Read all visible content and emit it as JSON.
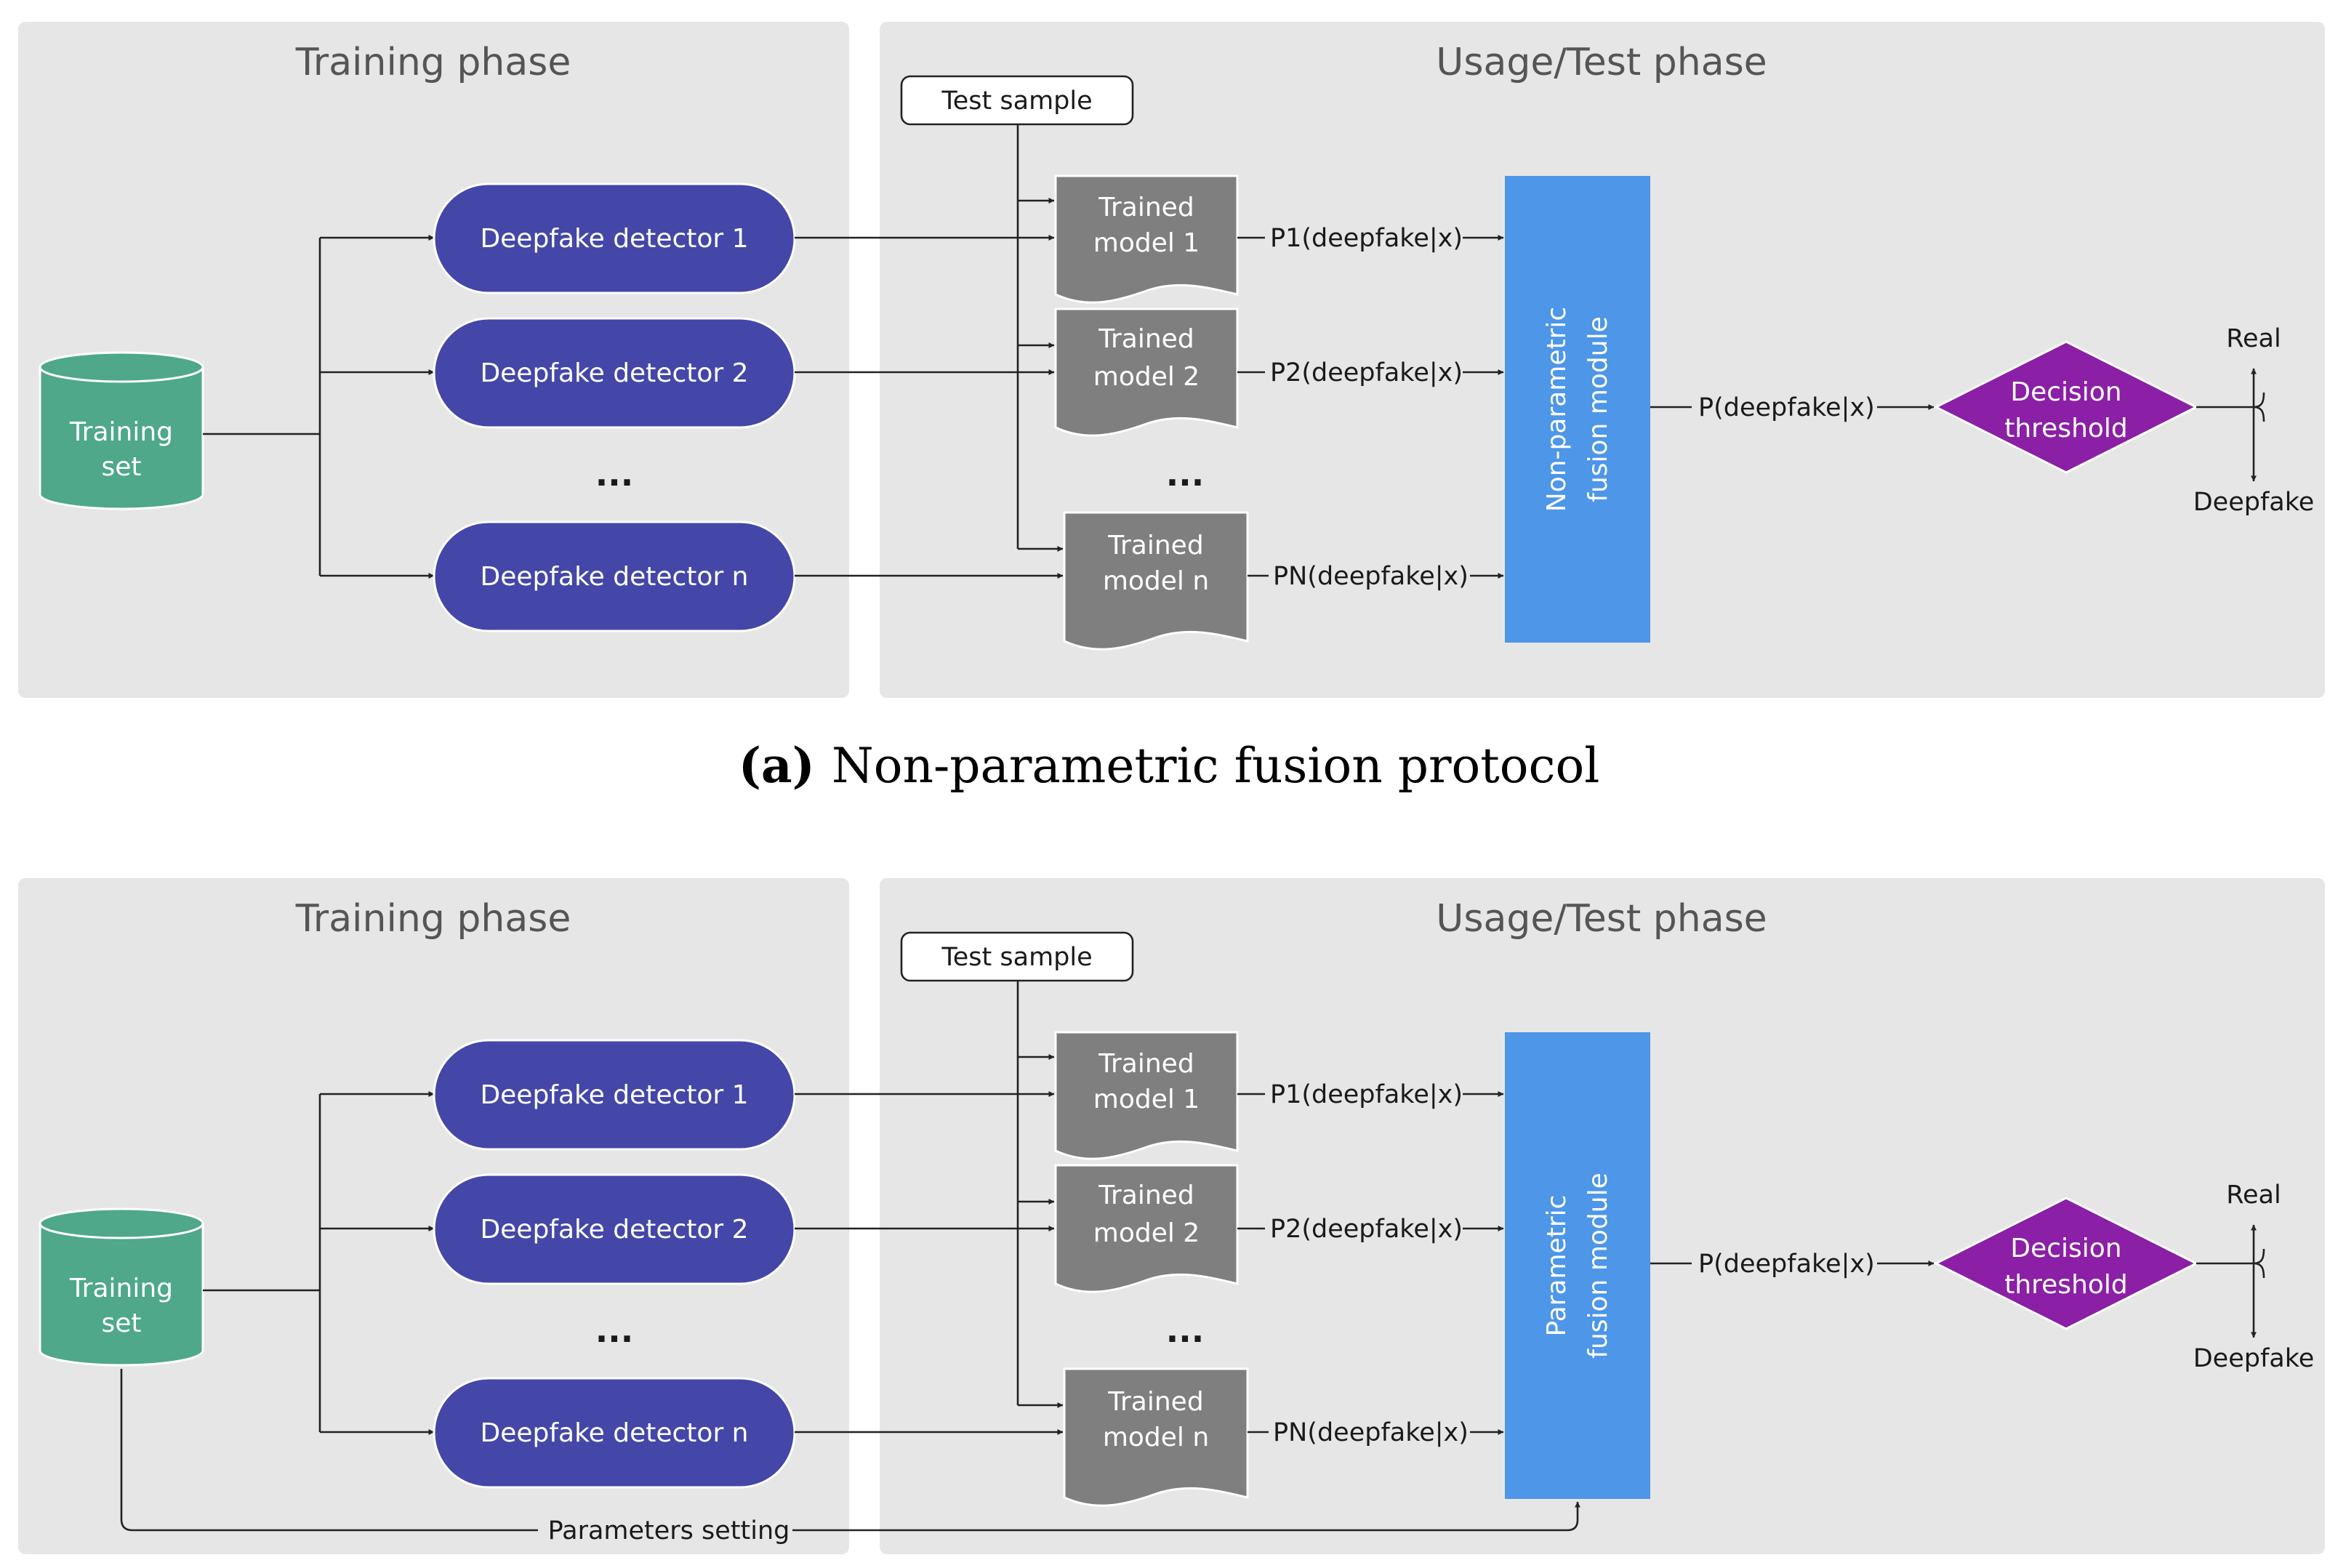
{
  "colors": {
    "panel_bg": "#e6e6e6",
    "detector": "#4447a8",
    "trained_model": "#7f7f7f",
    "training_set": "#4ea889",
    "fusion_module": "#4d96e8",
    "decision": "#8b1fa5"
  },
  "diagram_a": {
    "training_phase_title": "Training phase",
    "usage_phase_title": "Usage/Test phase",
    "training_set_line1": "Training",
    "training_set_line2": "set",
    "detectors": [
      "Deepfake detector 1",
      "Deepfake detector 2",
      "Deepfake detector n"
    ],
    "detector_ellipsis": "...",
    "test_sample": "Test sample",
    "trained_models": [
      {
        "line1": "Trained",
        "line2": "model 1"
      },
      {
        "line1": "Trained",
        "line2": "model 2"
      },
      {
        "line1": "Trained",
        "line2": "model n"
      }
    ],
    "model_ellipsis": "...",
    "probabilities": [
      "P1(deepfake|x)",
      "P2(deepfake|x)",
      "PN(deepfake|x)"
    ],
    "fusion_line1": "Non-parametric",
    "fusion_line2": "fusion module",
    "fused_probability": "P(deepfake|x)",
    "decision_line1": "Decision",
    "decision_line2": "threshold",
    "output_real": "Real",
    "output_deepfake": "Deepfake",
    "caption_label": "(a)",
    "caption_text": "Non-parametric fusion protocol"
  },
  "diagram_b": {
    "training_phase_title": "Training phase",
    "usage_phase_title": "Usage/Test phase",
    "training_set_line1": "Training",
    "training_set_line2": "set",
    "detectors": [
      "Deepfake detector 1",
      "Deepfake detector 2",
      "Deepfake detector n"
    ],
    "detector_ellipsis": "...",
    "test_sample": "Test sample",
    "trained_models": [
      {
        "line1": "Trained",
        "line2": "model 1"
      },
      {
        "line1": "Trained",
        "line2": "model 2"
      },
      {
        "line1": "Trained",
        "line2": "model n"
      }
    ],
    "model_ellipsis": "...",
    "probabilities": [
      "P1(deepfake|x)",
      "P2(deepfake|x)",
      "PN(deepfake|x)"
    ],
    "fusion_line1": "Parametric",
    "fusion_line2": "fusion module",
    "fused_probability": "P(deepfake|x)",
    "decision_line1": "Decision",
    "decision_line2": "threshold",
    "output_real": "Real",
    "output_deepfake": "Deepfake",
    "parameters_setting": "Parameters setting"
  }
}
